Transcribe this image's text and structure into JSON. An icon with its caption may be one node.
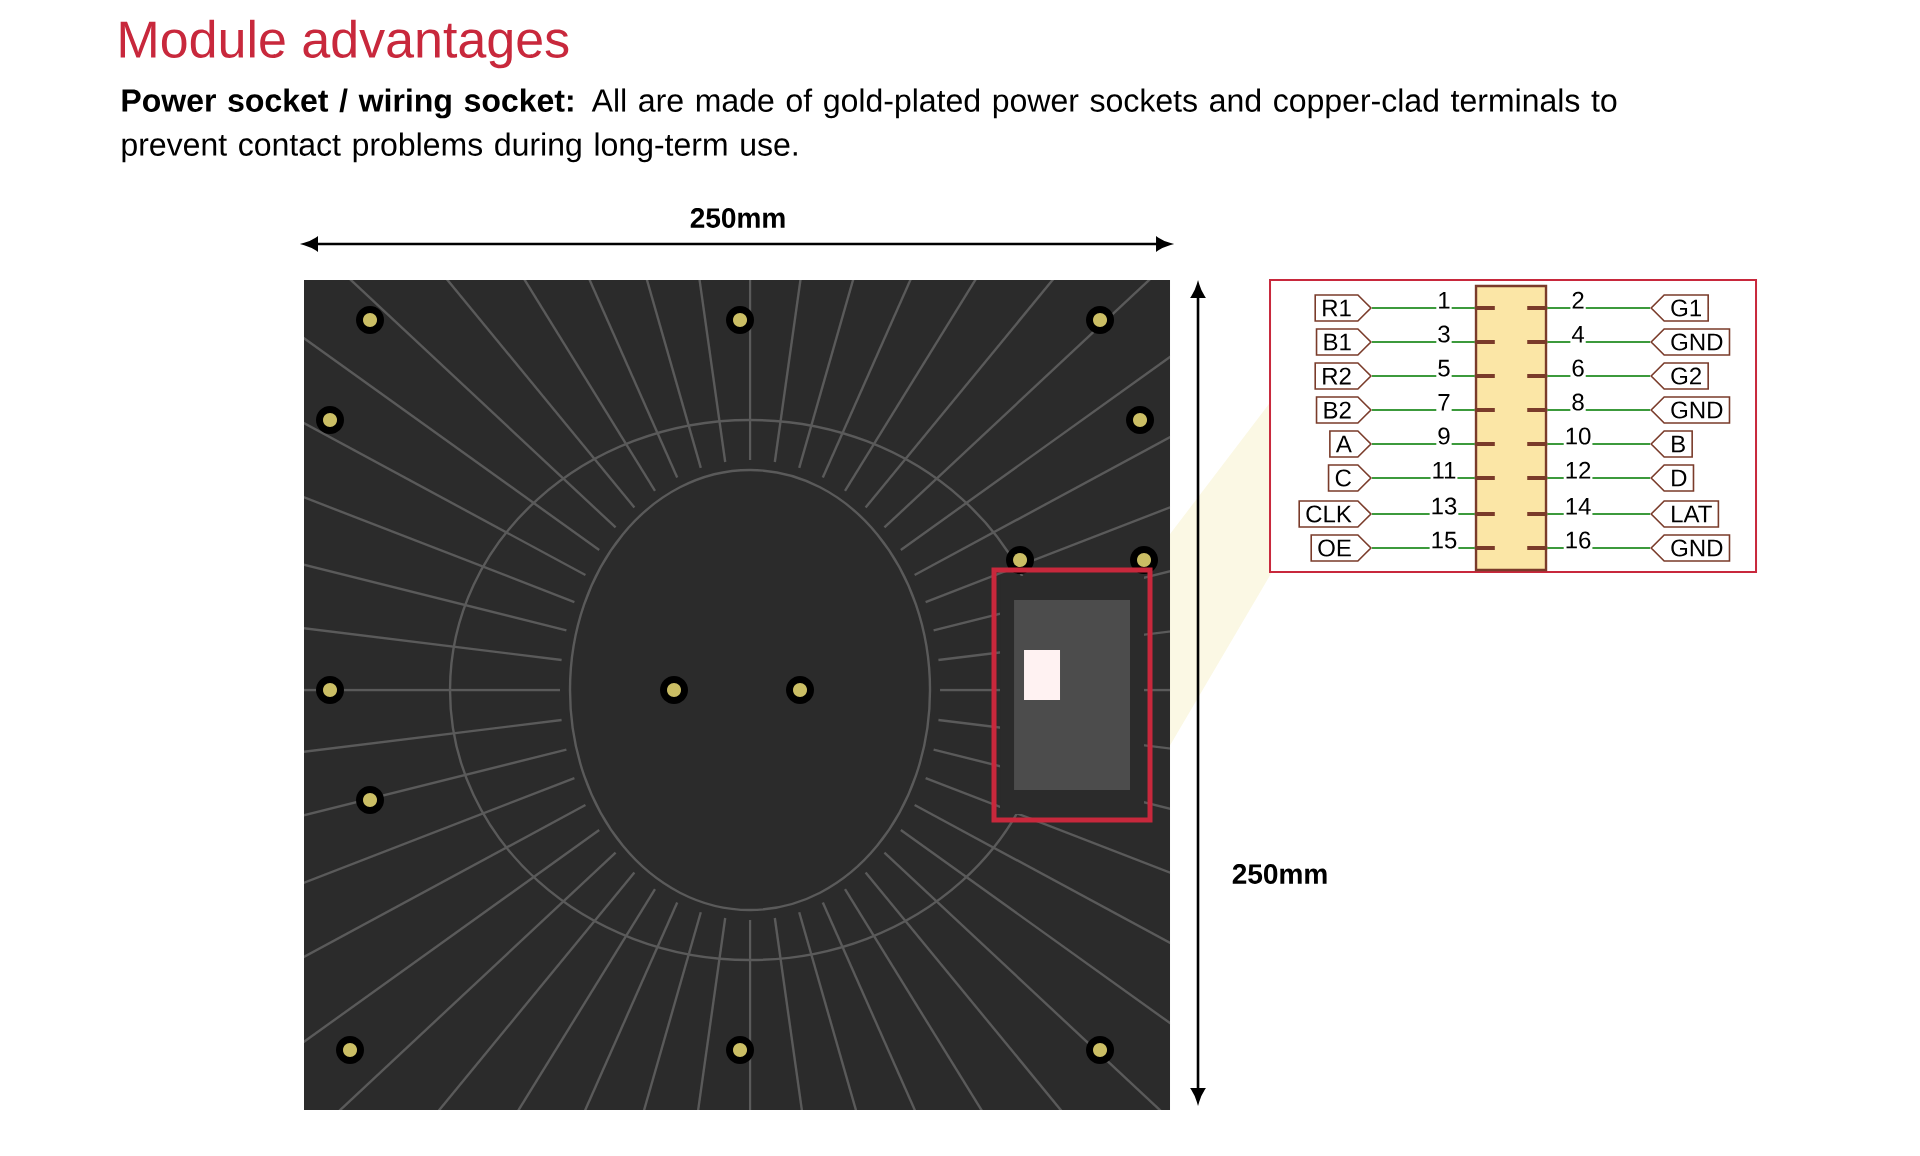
{
  "diagram": {
    "title": "Module advantages",
    "caption": "**Power socket / wiring socket:** All are made of gold-plated power sockets and copper-clad terminals to prevent contact problems during long-term use.",
    "nodes": [
      {
        "text": [
          "R1"
        ]
      },
      {
        "text": [
          "G1"
        ]
      },
      {
        "text": [
          "B1"
        ]
      },
      {
        "text": [
          "GND"
        ]
      },
      {
        "text": [
          "R2"
        ]
      },
      {
        "text": [
          "G2"
        ]
      },
      {
        "text": [
          "B2"
        ]
      },
      {
        "text": [
          "GND"
        ]
      },
      {
        "text": [
          "A"
        ]
      },
      {
        "text": [
          "B"
        ]
      },
      {
        "text": [
          "C"
        ]
      },
      {
        "text": [
          "D"
        ]
      },
      {
        "text": [
          "CLK"
        ]
      },
      {
        "text": [
          "LAT"
        ]
      },
      {
        "text": [
          "OE"
        ]
      },
      {
        "text": [
          "GND"
        ]
      },
      {
        "text": [],
        "shape": "box"
      }
    ],
    "edges": [
      {
        "from": 0,
        "to": 16,
        "arrow": "none",
        "label": "1"
      },
      {
        "from": 1,
        "to": 16,
        "arrow": "none",
        "label": "2"
      },
      {
        "from": 2,
        "to": 16,
        "arrow": "none",
        "label": "3"
      },
      {
        "from": 3,
        "to": 16,
        "arrow": "none",
        "label": "4"
      },
      {
        "from": 4,
        "to": 16,
        "arrow": "none",
        "label": "5"
      },
      {
        "from": 5,
        "to": 16,
        "arrow": "none",
        "label": "6"
      },
      {
        "from": 6,
        "to": 16,
        "arrow": "none",
        "label": "7"
      },
      {
        "from": 7,
        "to": 16,
        "arrow": "none",
        "label": "8"
      },
      {
        "from": 8,
        "to": 16,
        "arrow": "none",
        "label": "9"
      },
      {
        "from": 9,
        "to": 16,
        "arrow": "none",
        "label": "10"
      },
      {
        "from": 10,
        "to": 16,
        "arrow": "none",
        "label": "11"
      },
      {
        "from": 11,
        "to": 16,
        "arrow": "none",
        "label": "12"
      },
      {
        "from": 12,
        "to": 16,
        "arrow": "none",
        "label": "13"
      },
      {
        "from": 13,
        "to": 16,
        "arrow": "none",
        "label": "14"
      },
      {
        "from": 14,
        "to": 16,
        "arrow": "none",
        "label": "15"
      },
      {
        "from": 15,
        "to": 16,
        "arrow": "none",
        "label": "16"
      }
    ],
    "labels": [
      "250mm",
      "250mm"
    ]
  }
}
